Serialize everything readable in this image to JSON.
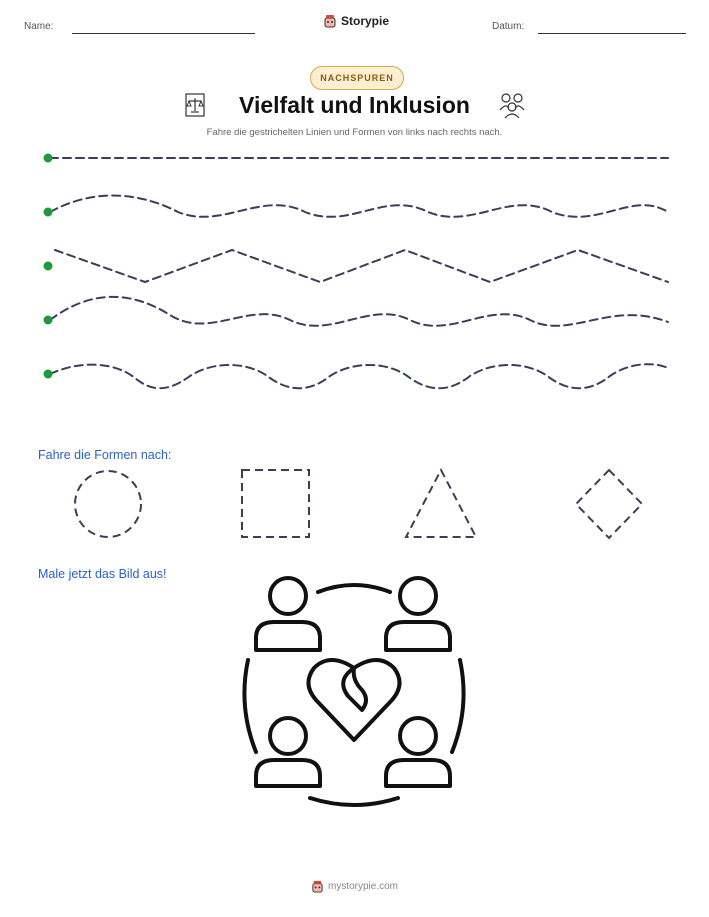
{
  "header": {
    "name_label": "Name:",
    "date_label": "Datum:",
    "brand": "Storypie"
  },
  "badge": "NACHSPUREN",
  "title": "Vielfalt und Inklusion",
  "subtitle": "Fahre die gestrichelten Linien und Formen von links nach rechts nach.",
  "shapes_heading": "Fahre die Formen nach:",
  "color_heading": "Male jetzt das Bild aus!",
  "footer": "mystorypie.com",
  "colors": {
    "start_dot": "#1e9a3c",
    "dash": "#3a3f58",
    "heading": "#2b5fc8",
    "badge_bg": "#fbefd2"
  },
  "icons": [
    "scales-icon",
    "diverse-people-icon",
    "people-heart-icon",
    "storypie-logo-icon"
  ]
}
